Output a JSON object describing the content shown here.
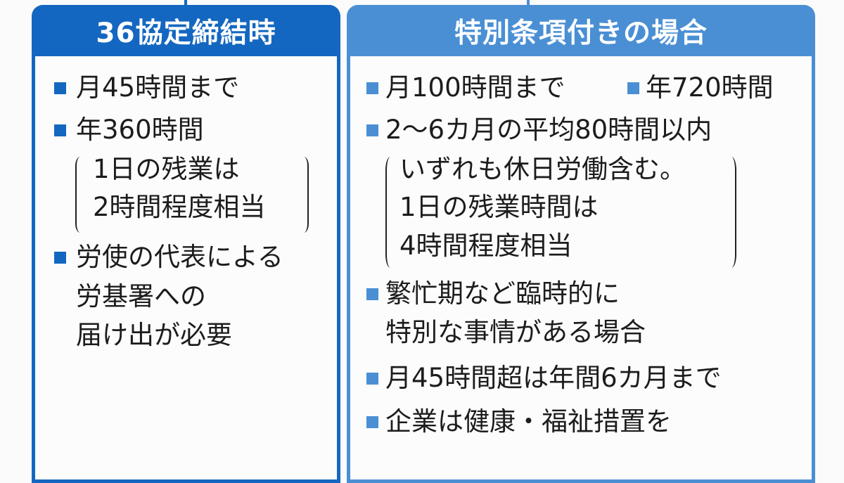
{
  "left_panel": {
    "title": "36協定締結時",
    "accent_color": "#1467c0",
    "items": [
      {
        "lines": [
          "月45時間まで"
        ]
      },
      {
        "lines": [
          "年360時間"
        ],
        "note": [
          "1日の残業は",
          "2時間程度相当"
        ]
      },
      {
        "lines": [
          "労使の代表による",
          "労基署への",
          "届け出が必要"
        ]
      }
    ]
  },
  "right_panel": {
    "title": "特別条項付きの場合",
    "accent_color": "#4a8fd4",
    "items": [
      {
        "lines": [
          "月100時間まで"
        ]
      },
      {
        "lines": [
          "年720時間"
        ]
      },
      {
        "lines": [
          "2～6カ月の平均80時間以内"
        ],
        "note": [
          "いずれも休日労働含む。",
          "1日の残業時間は",
          "4時間程度相当"
        ]
      },
      {
        "lines": [
          "繁忙期など臨時的に",
          "特別な事情がある場合"
        ]
      },
      {
        "lines": [
          "月45時間超は年間6カ月まで"
        ]
      },
      {
        "lines": [
          "企業は健康・福祉措置を"
        ]
      }
    ]
  }
}
